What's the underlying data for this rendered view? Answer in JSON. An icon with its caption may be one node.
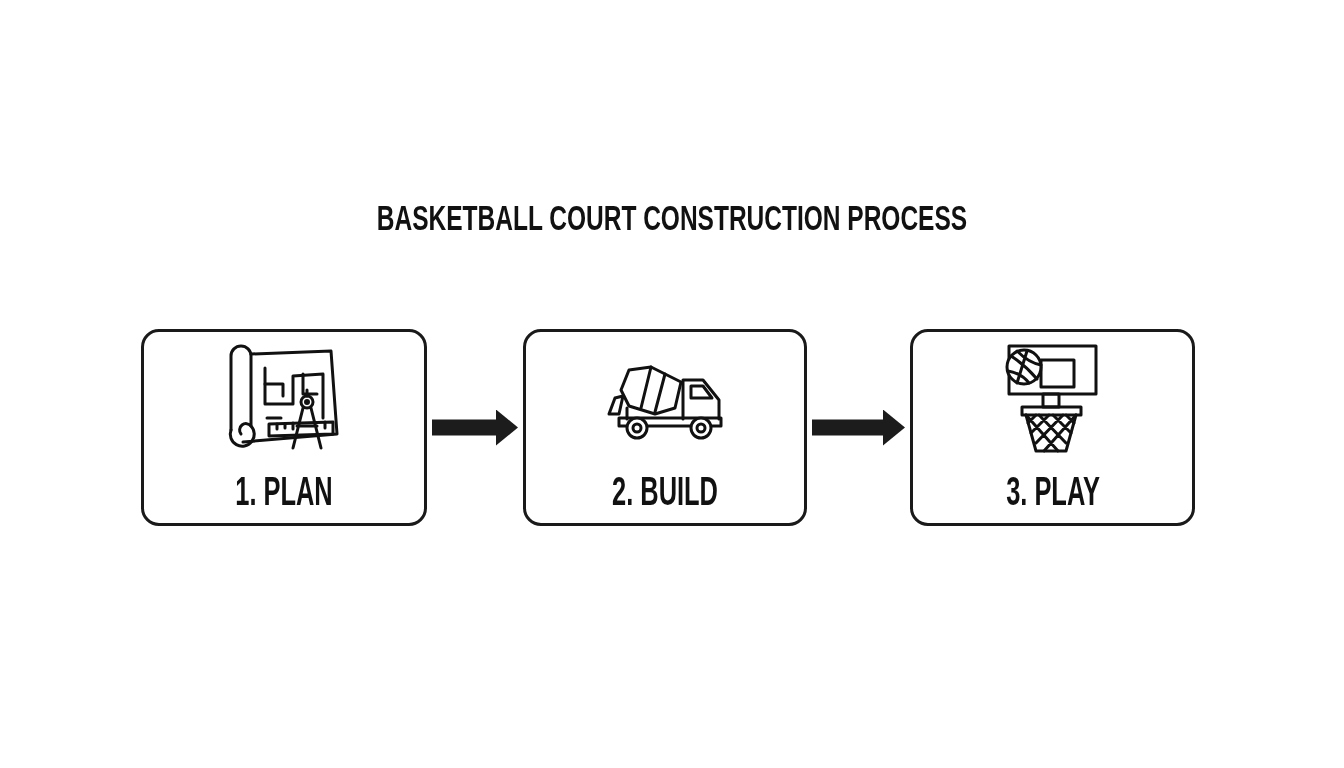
{
  "diagram": {
    "title": "BASKETBALL COURT CONSTRUCTION PROCESS",
    "nodes": [
      {
        "text": [
          "1. PLAN"
        ]
      },
      {
        "text": [
          "2. BUILD"
        ]
      },
      {
        "text": [
          "3. PLAY"
        ]
      }
    ],
    "edges": [
      {
        "from": 0,
        "to": 1,
        "arrow": "to"
      },
      {
        "from": 1,
        "to": 2,
        "arrow": "to"
      }
    ]
  }
}
